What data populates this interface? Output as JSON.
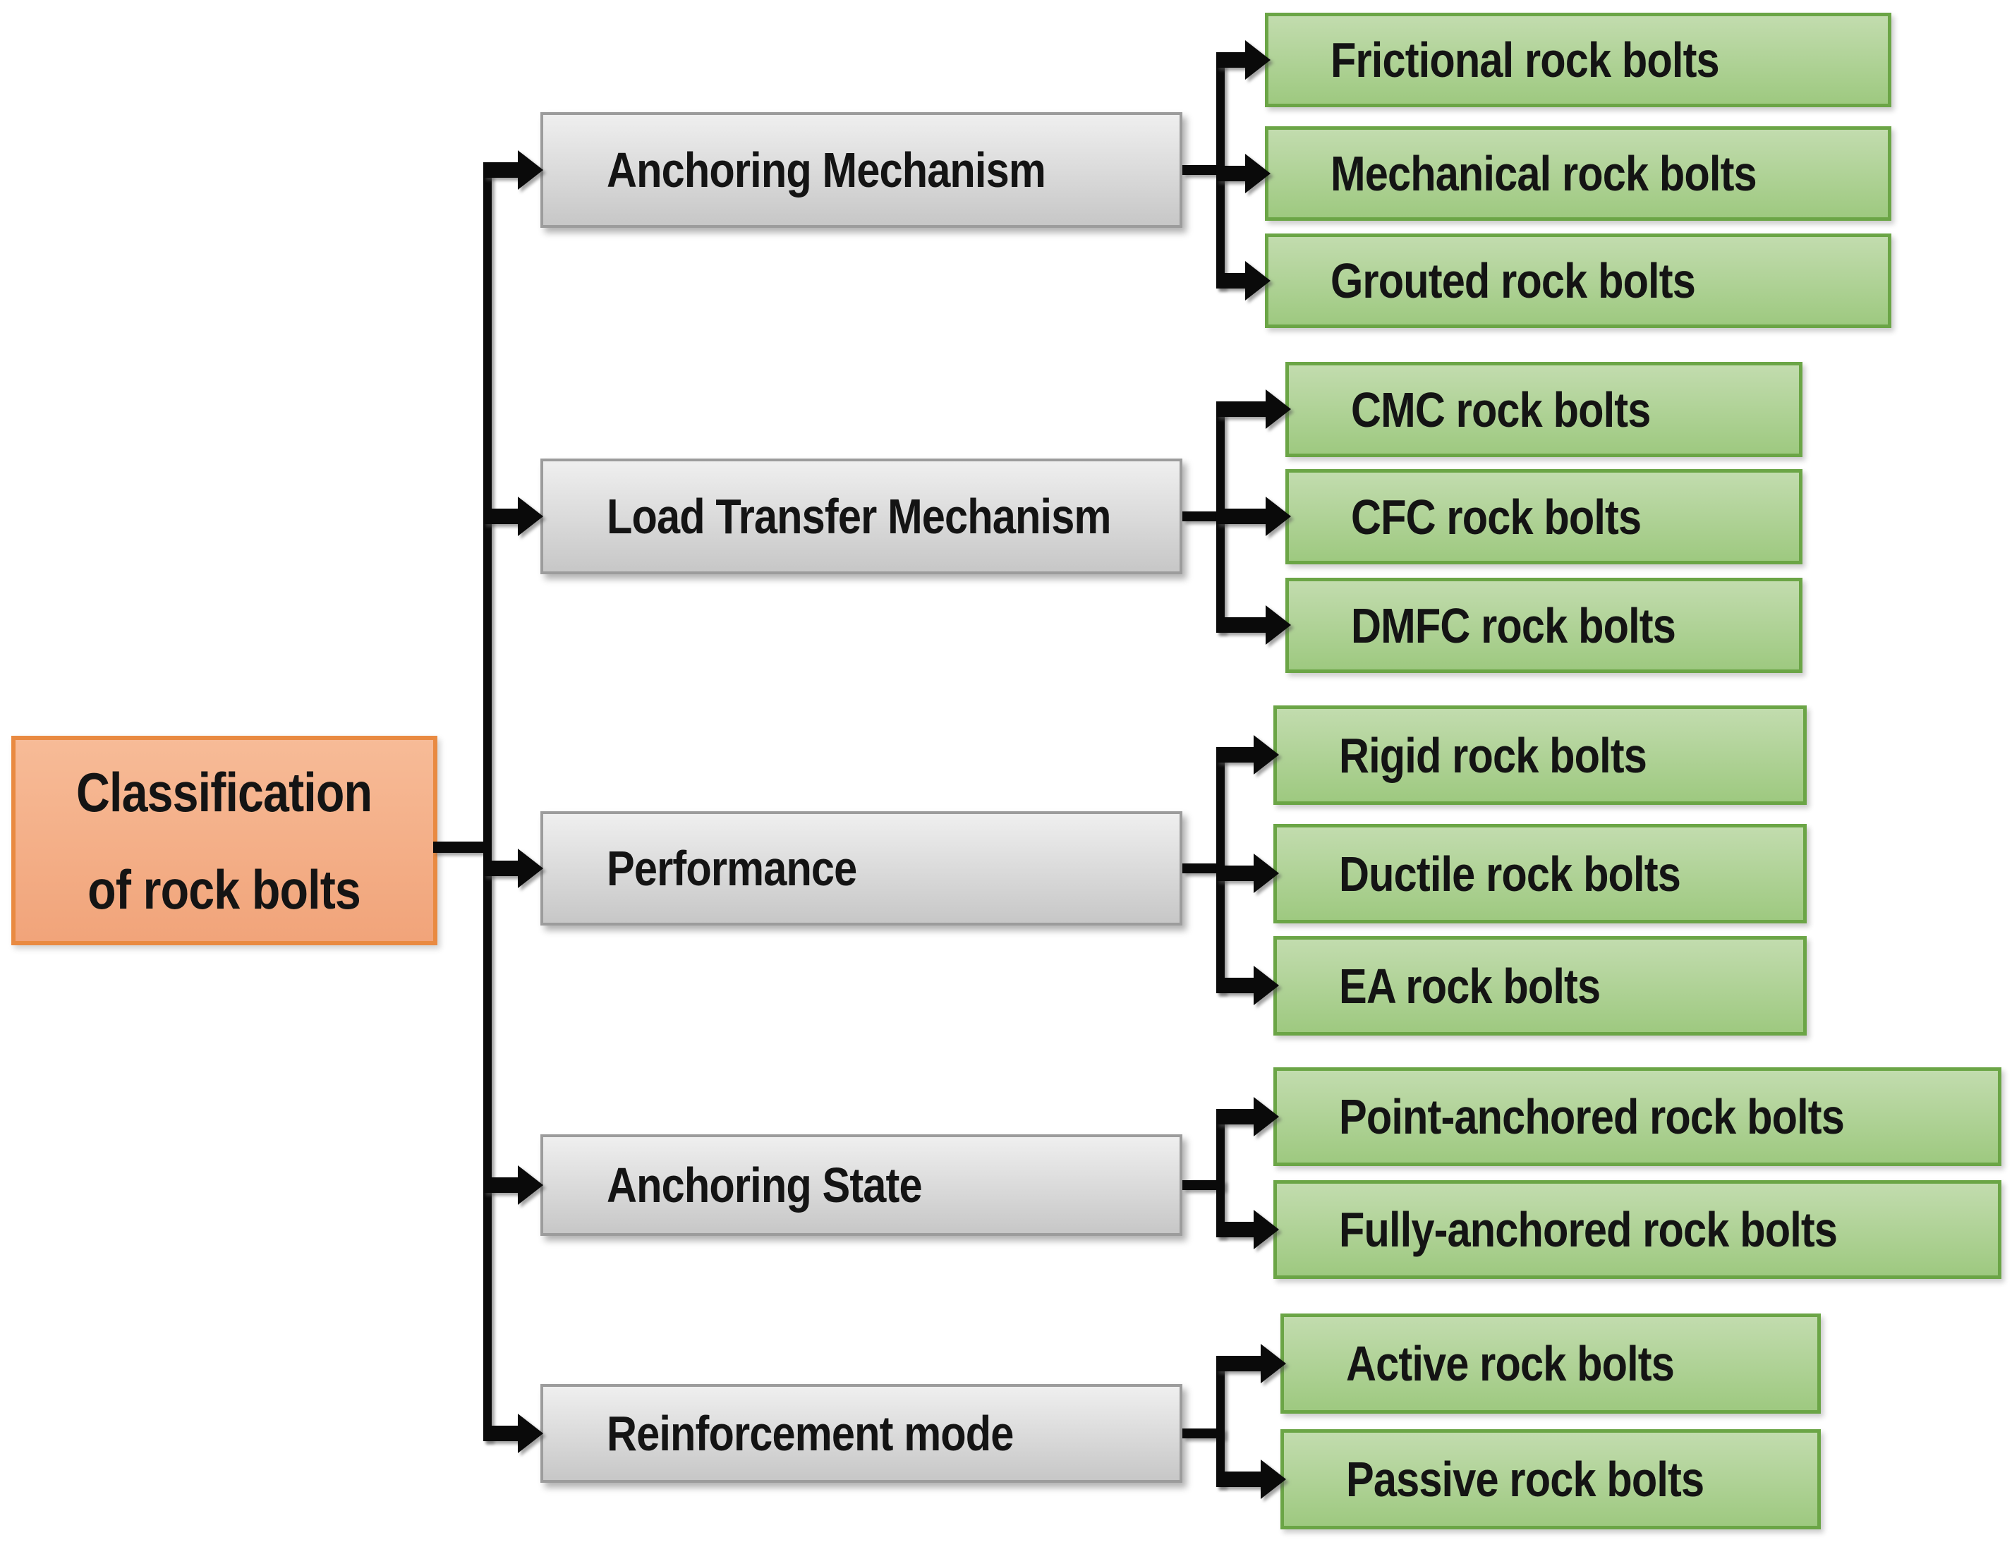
{
  "diagram": {
    "root": {
      "label": "Classification of rock bolts",
      "line1": "Classification",
      "line2": "of rock bolts"
    },
    "categories": [
      {
        "label": "Anchoring Mechanism",
        "children": [
          "Frictional rock bolts",
          "Mechanical rock bolts",
          "Grouted rock bolts"
        ]
      },
      {
        "label": "Load Transfer Mechanism",
        "children": [
          "CMC rock bolts",
          "CFC rock bolts",
          "DMFC rock bolts"
        ]
      },
      {
        "label": "Performance",
        "children": [
          "Rigid rock bolts",
          "Ductile rock bolts",
          "EA rock bolts"
        ]
      },
      {
        "label": "Anchoring State",
        "children": [
          "Point-anchored rock bolts",
          "Fully-anchored rock bolts"
        ]
      },
      {
        "label": "Reinforcement mode",
        "children": [
          "Active rock bolts",
          "Passive rock bolts"
        ]
      }
    ],
    "colors": {
      "root_fill_top": "#F7BB97",
      "root_fill_bottom": "#F1A47A",
      "root_border": "#E98A41",
      "category_fill_top": "#EFEFEF",
      "category_fill_bottom": "#C7C7C7",
      "category_border": "#9C9C9C",
      "leaf_fill_top": "#C2DCAE",
      "leaf_fill_bottom": "#9EC980",
      "leaf_border": "#6BA546",
      "connector": "#0A0A0A",
      "text": "#141414",
      "background": "#FFFFFF"
    }
  }
}
